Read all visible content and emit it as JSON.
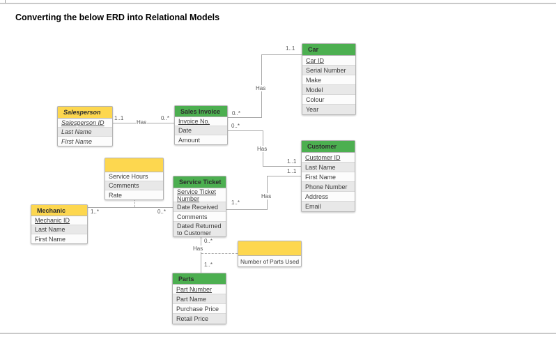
{
  "title": "Converting the below ERD into Relational Models",
  "colors": {
    "green_header": "#4caf50",
    "yellow_header": "#fdd74f",
    "row_alt": "#e8e8e8",
    "line": "#a8a8a8"
  },
  "entities": {
    "salesperson": {
      "title": "Salesperson",
      "attributes": [
        "Salesperson ID",
        "Last Name",
        "First Name"
      ]
    },
    "sales_invoice": {
      "title": "Sales Invoice",
      "attributes": [
        "Invoice No.",
        "Date",
        "Amount"
      ]
    },
    "car": {
      "title": "Car",
      "attributes": [
        "Car ID",
        "Serial Number",
        "Make",
        "Model",
        "Colour",
        "Year"
      ]
    },
    "customer": {
      "title": "Customer",
      "attributes": [
        "Customer ID",
        "Last Name",
        "First Name",
        "Phone Number",
        "Address",
        "Email"
      ]
    },
    "mechanic_service_assoc": {
      "title": "",
      "attributes": [
        "Service Hours",
        "Comments",
        "Rate"
      ]
    },
    "mechanic": {
      "title": "Mechanic",
      "attributes": [
        "Mechanic ID",
        "Last Name",
        "First Name"
      ]
    },
    "service_ticket": {
      "title": "Service Ticket",
      "attributes": [
        "Service Ticket Number",
        "Date Received",
        "Comments",
        "Dated Returned to Customer"
      ]
    },
    "parts_used_assoc": {
      "title": "",
      "attributes": [
        "Number of Parts Used"
      ]
    },
    "parts": {
      "title": "Parts",
      "attributes": [
        "Part Number",
        "Part Name",
        "Purchase Price",
        "Retail Price"
      ]
    }
  },
  "relationships": {
    "salesperson_invoice": {
      "verb": "Has",
      "from_card": "1..1",
      "to_card": "0..*"
    },
    "invoice_car": {
      "verb": "Has",
      "from_card": "0..*",
      "to_card": "1..1"
    },
    "invoice_customer": {
      "verb": "Has",
      "from_card": "0..*",
      "to_card": "1..1"
    },
    "ticket_customer": {
      "verb": "Has",
      "from_card": "1..*",
      "to_card": "1..1"
    },
    "mechanic_ticket": {
      "from_card": "1..*",
      "to_card": "0..*"
    },
    "ticket_parts": {
      "verb": "Has",
      "from_card": "0..*",
      "to_card": "1..*"
    }
  }
}
